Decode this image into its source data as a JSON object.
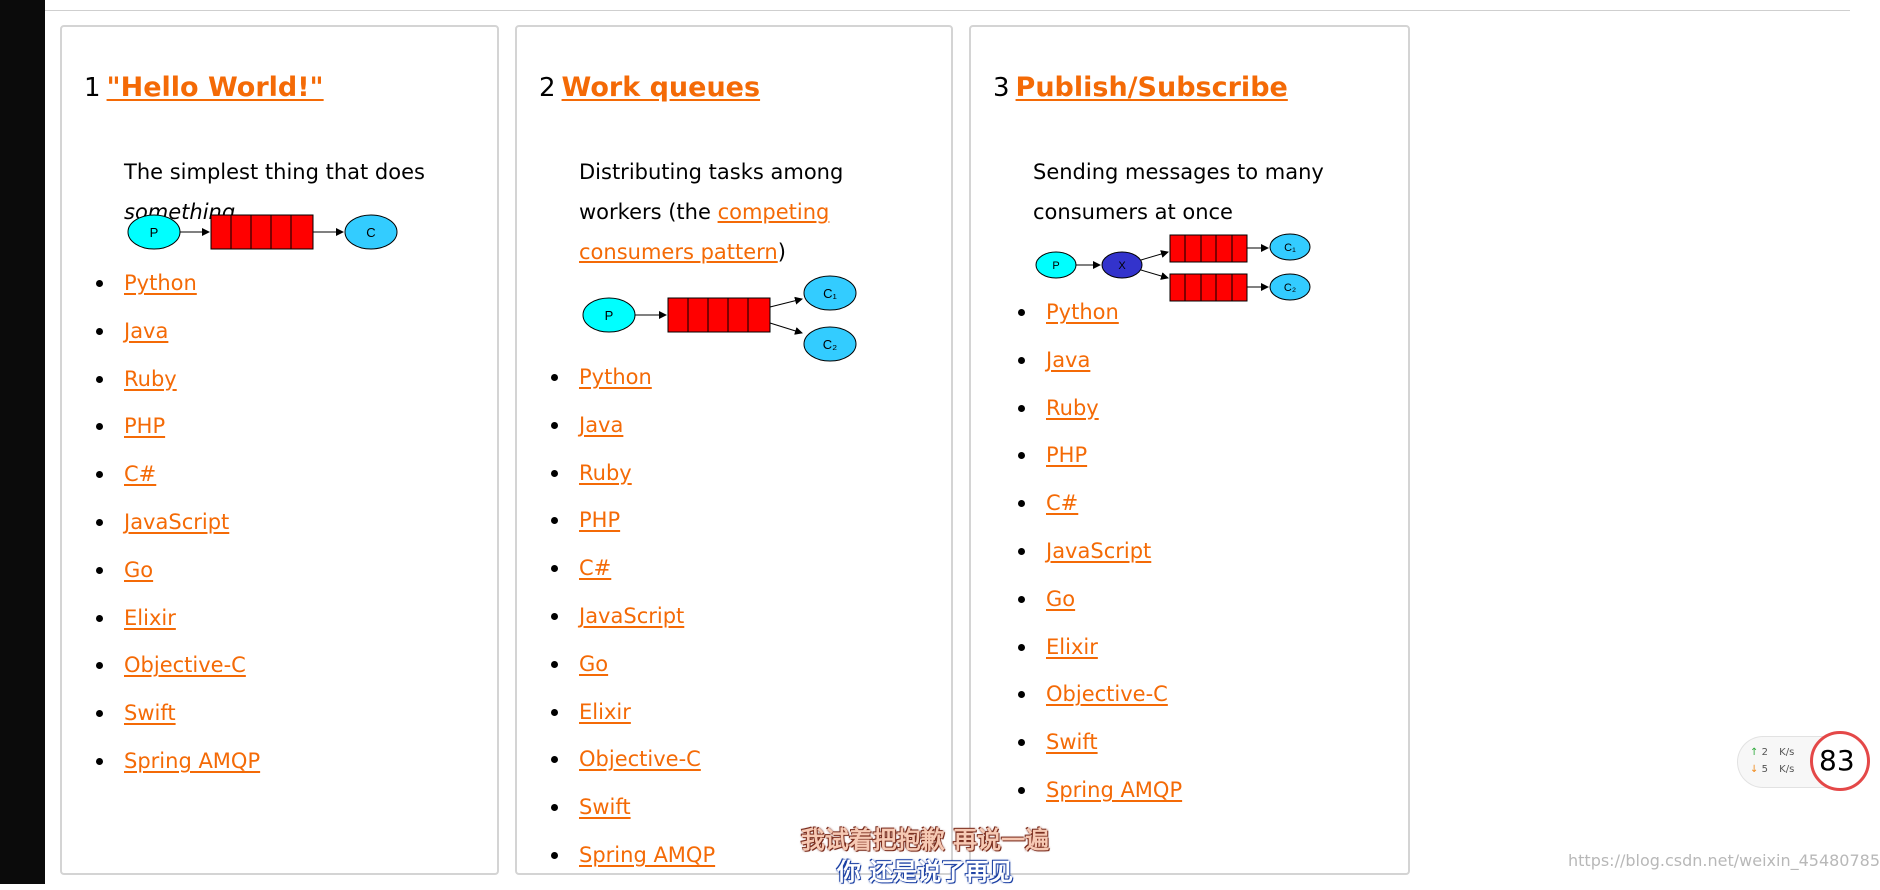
{
  "colors": {
    "accent": "#f46a06",
    "queue": "#ff0000",
    "producer": "#00ffff",
    "consumer": "#33ccff",
    "exchange": "#3333cc"
  },
  "tutorials": [
    {
      "number": "1",
      "title": "\"Hello World!\"",
      "desc_pre": "The simplest thing that does ",
      "desc_em": "something",
      "diagram": {
        "producer": "P",
        "consumer": "C"
      },
      "languages": [
        "Python",
        "Java",
        "Ruby",
        "PHP",
        "C#",
        "JavaScript",
        "Go",
        "Elixir",
        "Objective-C",
        "Swift",
        "Spring AMQP"
      ]
    },
    {
      "number": "2",
      "title": "Work queues",
      "desc_pre": "Distributing tasks among workers (the ",
      "desc_link": "competing consumers pattern",
      "desc_post": ")",
      "diagram": {
        "producer": "P",
        "consumer1": "C₁",
        "consumer2": "C₂"
      },
      "languages": [
        "Python",
        "Java",
        "Ruby",
        "PHP",
        "C#",
        "JavaScript",
        "Go",
        "Elixir",
        "Objective-C",
        "Swift",
        "Spring AMQP"
      ]
    },
    {
      "number": "3",
      "title": "Publish/Subscribe",
      "desc_pre": "Sending messages to many consumers at once",
      "diagram": {
        "producer": "P",
        "exchange": "X",
        "consumer1": "C₁",
        "consumer2": "C₂"
      },
      "languages": [
        "Python",
        "Java",
        "Ruby",
        "PHP",
        "C#",
        "JavaScript",
        "Go",
        "Elixir",
        "Objective-C",
        "Swift",
        "Spring AMQP"
      ]
    }
  ],
  "speed": {
    "up": "2",
    "down": "5",
    "unit": "K/s"
  },
  "score": "83",
  "subtitles": [
    "我试着把抱歉 再说一遍",
    "你 还是说了再见"
  ],
  "watermark": "https://blog.csdn.net/weixin_45480785"
}
